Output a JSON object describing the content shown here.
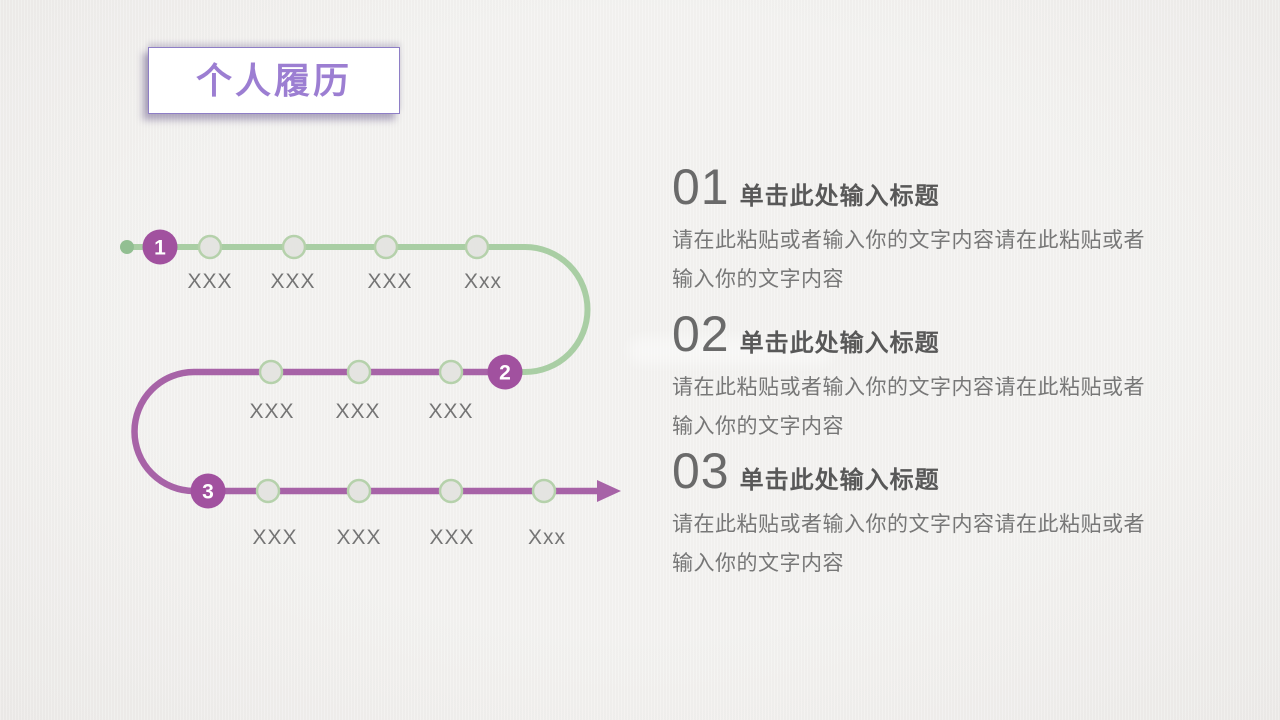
{
  "slide": {
    "title": "个人履历"
  },
  "timeline": {
    "milestones": [
      {
        "number": "1",
        "labels": [
          "XXX",
          "XXX",
          "XXX",
          "Xxx"
        ]
      },
      {
        "number": "2",
        "labels": [
          "XXX",
          "XXX",
          "XXX"
        ]
      },
      {
        "number": "3",
        "labels": [
          "XXX",
          "XXX",
          "XXX",
          "Xxx"
        ]
      }
    ],
    "colors": {
      "green_line": "#a9cea4",
      "purple_line": "#a763a7",
      "milestone_fill": "#a1519f",
      "node_fill": "#e4e4e1",
      "node_border": "#b5d1ab",
      "start_dot": "#92bf92"
    }
  },
  "sections": [
    {
      "number": "01",
      "title": "单击此处输入标题",
      "body_lines": [
        "请在此粘贴或者输入你的文字内容请在此粘贴或者",
        "输入你的文字内容"
      ]
    },
    {
      "number": "02",
      "title": "单击此处输入标题",
      "body_lines": [
        "请在此粘贴或者输入你的文字内容请在此粘贴或者",
        "输入你的文字内容"
      ]
    },
    {
      "number": "03",
      "title": "单击此处输入标题",
      "body_lines": [
        "请在此粘贴或者输入你的文字内容请在此粘贴或者",
        "输入你的文字内容"
      ]
    }
  ],
  "theme": {
    "title_text_color": "#9c7ed2",
    "title_box_border": "#8e7ec6",
    "background": "#f1f0ee",
    "body_text_color": "#777777",
    "heading_text_color": "#585858"
  }
}
